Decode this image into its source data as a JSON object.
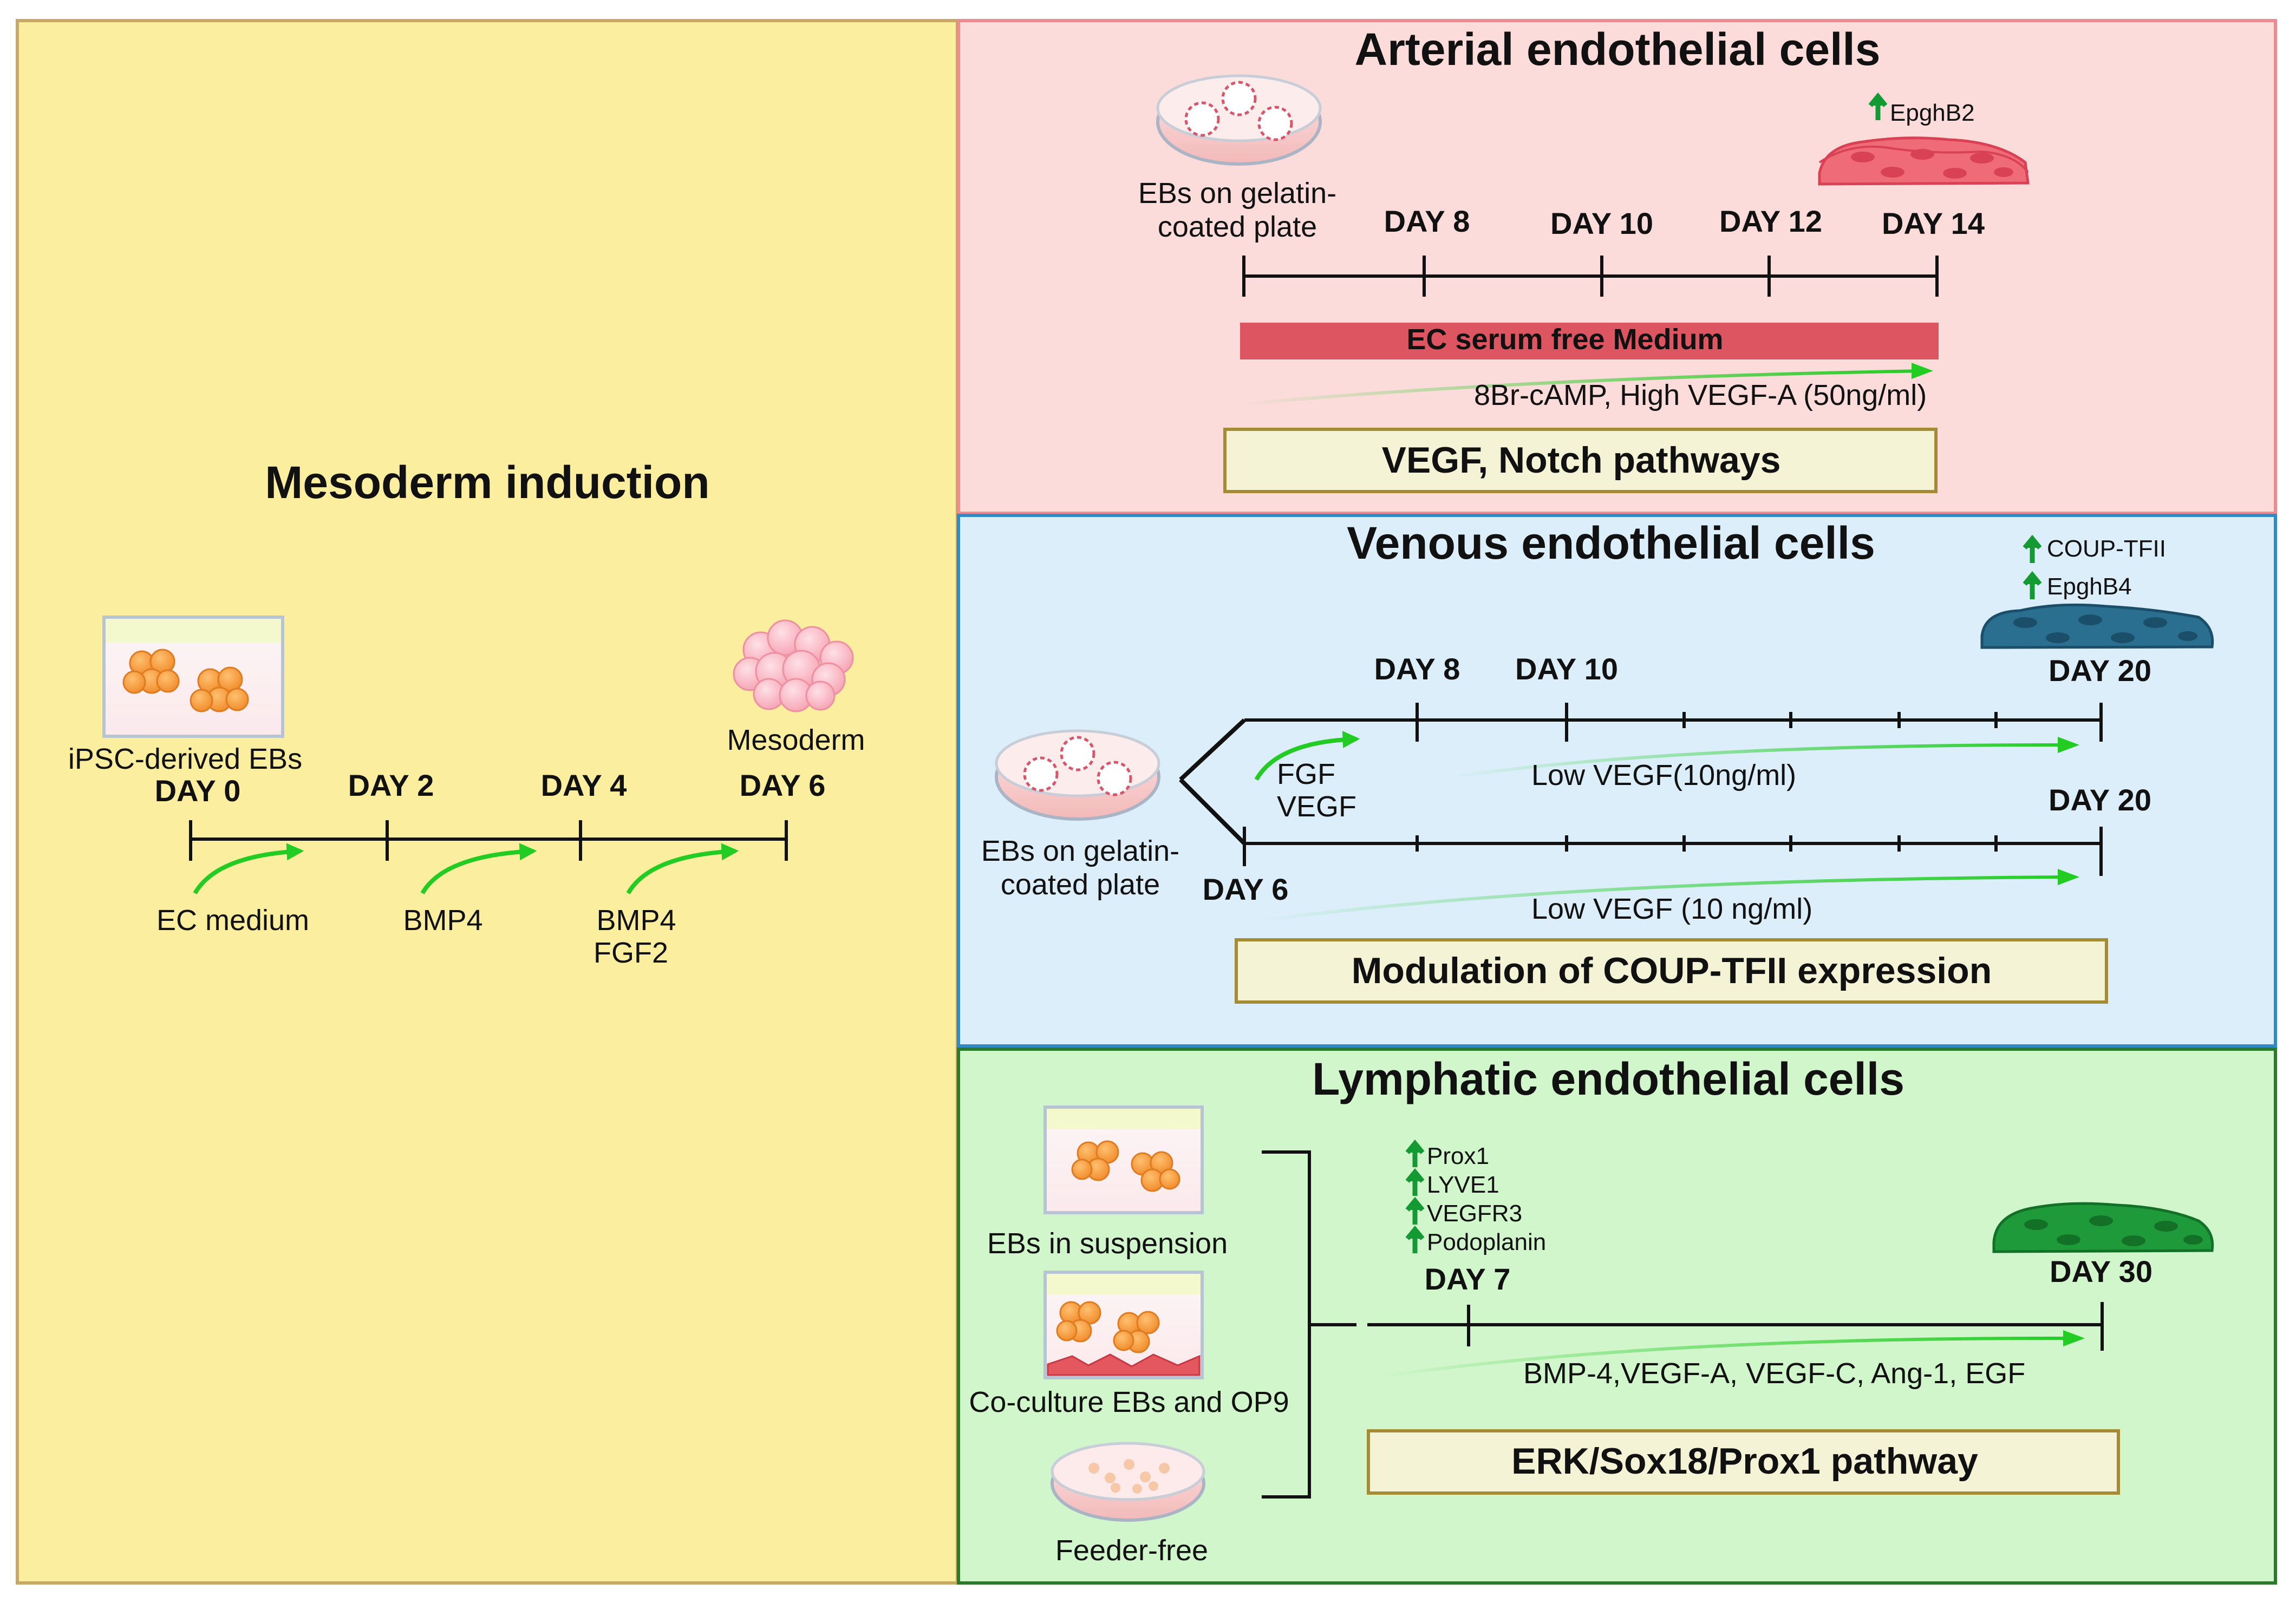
{
  "mesoderm": {
    "title": "Mesoderm induction",
    "start_label": "iPSC-derived EBs",
    "end_label": "Mesoderm",
    "days": [
      "DAY 0",
      "DAY 2",
      "DAY 4",
      "DAY 6"
    ],
    "stage1": "EC medium",
    "stage2": "BMP4",
    "stage3_line1": "BMP4",
    "stage3_line2": "FGF2"
  },
  "arterial": {
    "title": "Arterial endothelial cells",
    "plate_line1": "EBs on gelatin-",
    "plate_line2": "coated plate",
    "days": [
      "DAY 8",
      "DAY 10",
      "DAY 12",
      "DAY 14"
    ],
    "marker": "EpghB2",
    "medium": "EC serum free Medium",
    "factors": "8Br-cAMP, High VEGF-A (50ng/ml)",
    "pathway": "VEGF, Notch pathways"
  },
  "venous": {
    "title": "Venous endothelial cells",
    "markers": [
      "COUP-TFII",
      "EpghB4"
    ],
    "plate_line1": "EBs on gelatin-",
    "plate_line2": "coated plate",
    "upper_days": [
      "DAY 8",
      "DAY 10"
    ],
    "upper_end": "DAY 20",
    "upper_factor1": "FGF",
    "upper_factor2": "VEGF",
    "upper_factors": "Low VEGF(10ng/ml)",
    "lower_start": "DAY 6",
    "lower_end": "DAY 20",
    "lower_factors": "Low VEGF (10 ng/ml)",
    "pathway": "Modulation of COUP-TFII expression"
  },
  "lymphatic": {
    "title": "Lymphatic endothelial cells",
    "methods": [
      "EBs in suspension",
      "Co-culture EBs and OP9",
      "Feeder-free"
    ],
    "markers": [
      "Prox1",
      "LYVE1",
      "VEGFR3",
      "Podoplanin"
    ],
    "day_start": "DAY 7",
    "day_end": "DAY 30",
    "factors": "BMP-4,VEGF-A, VEGF-C, Ang-1, EGF",
    "pathway": "ERK/Sox18/Prox1 pathway"
  },
  "colors": {
    "mesoderm_bg": "#fbef9f",
    "arterial_bg": "#fcdcdb",
    "venous_bg": "#dbeefa",
    "lymphatic_bg": "#d2f6cc",
    "accent_green": "#22cc22",
    "medium_bar": "#dd5560",
    "pathway_box": "#f4f3d6"
  }
}
